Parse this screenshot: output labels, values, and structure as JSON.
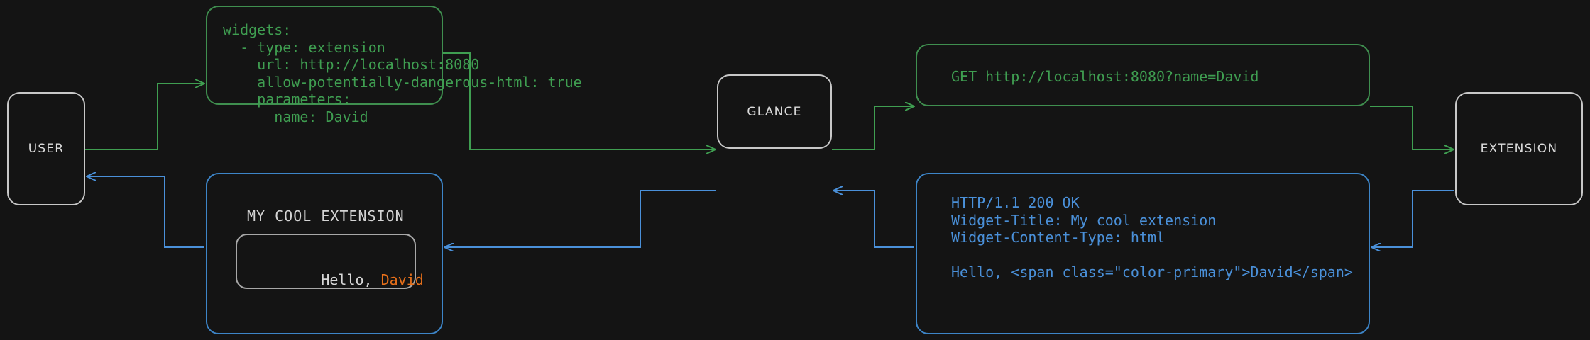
{
  "diagram": {
    "title": "Glance extension request flow",
    "background": "#141414",
    "colors": {
      "green": "#3f9e51",
      "blue": "#4a90d9",
      "node_border": "#c8c8c8",
      "accent": "#e8701a"
    }
  },
  "nodes": {
    "user": {
      "label": "USER"
    },
    "glance": {
      "label": "GLANCE"
    },
    "extension": {
      "label": "EXTENSION"
    }
  },
  "config_box": {
    "color": "green",
    "lines": [
      "widgets:",
      "  - type: extension",
      "    url: http://localhost:8080",
      "    allow-potentially-dangerous-html: true",
      "    parameters:",
      "      name: David"
    ],
    "text": "widgets:\n  - type: extension\n    url: http://localhost:8080\n    allow-potentially-dangerous-html: true\n    parameters:\n      name: David"
  },
  "request_box": {
    "color": "green",
    "text": "GET http://localhost:8080?name=David"
  },
  "response_box": {
    "color": "blue",
    "lines": [
      "HTTP/1.1 200 OK",
      "Widget-Title: My cool extension",
      "Widget-Content-Type: html",
      "",
      "Hello, <span class=\"color-primary\">David</span>"
    ],
    "text": "HTTP/1.1 200 OK\nWidget-Title: My cool extension\nWidget-Content-Type: html\n\nHello, <span class=\"color-primary\">David</span>"
  },
  "widget_box": {
    "color": "blue",
    "title": "MY COOL EXTENSION",
    "greeting_prefix": "Hello, ",
    "greeting_name": "David"
  },
  "connectors": [
    {
      "name": "user-to-config",
      "color": "green",
      "direction": "right"
    },
    {
      "name": "config-to-glance",
      "color": "green",
      "direction": "right"
    },
    {
      "name": "glance-to-request",
      "color": "green",
      "direction": "right"
    },
    {
      "name": "request-to-extension",
      "color": "green",
      "direction": "right"
    },
    {
      "name": "extension-to-response",
      "color": "blue",
      "direction": "left"
    },
    {
      "name": "response-to-glance",
      "color": "blue",
      "direction": "left"
    },
    {
      "name": "glance-to-widget",
      "color": "blue",
      "direction": "left"
    },
    {
      "name": "widget-to-user",
      "color": "blue",
      "direction": "left"
    }
  ]
}
